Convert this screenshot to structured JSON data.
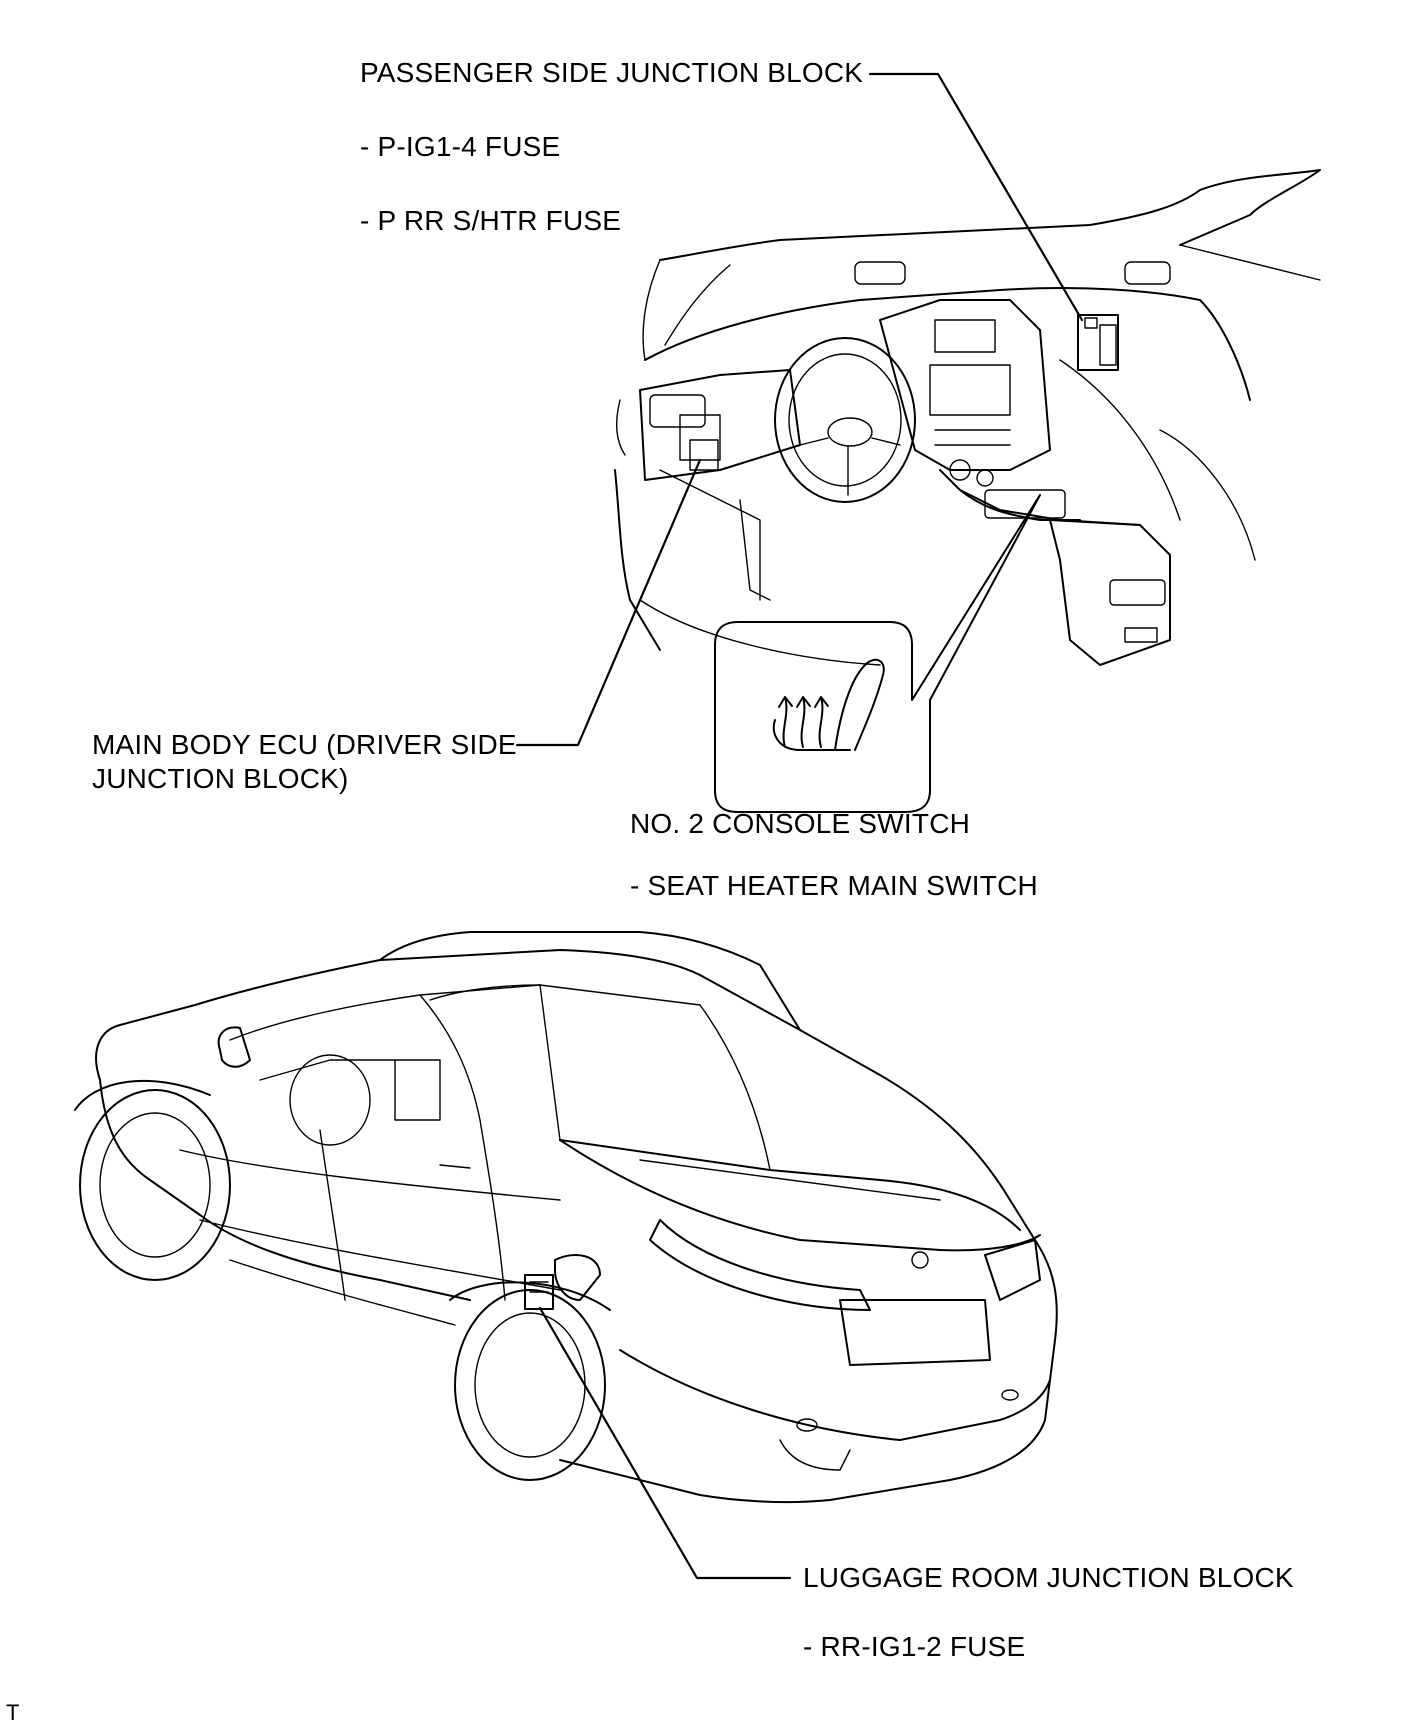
{
  "labels": {
    "passenger_jb": {
      "title": "PASSENGER SIDE JUNCTION BLOCK",
      "items": [
        "- P-IG1-4 FUSE",
        "- P RR S/HTR FUSE"
      ]
    },
    "main_body_ecu": {
      "line1": "MAIN BODY ECU (DRIVER SIDE",
      "line2": "JUNCTION BLOCK)"
    },
    "console_switch": {
      "title": "NO. 2 CONSOLE SWITCH",
      "items": [
        "- SEAT HEATER MAIN SWITCH"
      ]
    },
    "luggage_jb": {
      "title": "LUGGAGE ROOM JUNCTION BLOCK",
      "items": [
        "- RR-IG1-2 FUSE"
      ]
    },
    "corner_mark": "T"
  },
  "icons": {
    "seat_heater_switch": "seat-heater-icon"
  },
  "colors": {
    "ink": "#000000",
    "paper": "#ffffff"
  }
}
